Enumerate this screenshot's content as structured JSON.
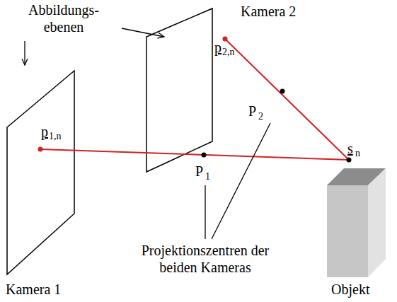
{
  "diagram": {
    "labels": [
      "Abbildungs- ebenen",
      "Kamera 2",
      "p",
      "2,n",
      "p",
      "1,n",
      "P",
      "2",
      "P",
      "1",
      "s",
      "n",
      "Projektionszentren der beiden Kameras",
      "Kamera 1",
      "Objekt"
    ]
  }
}
